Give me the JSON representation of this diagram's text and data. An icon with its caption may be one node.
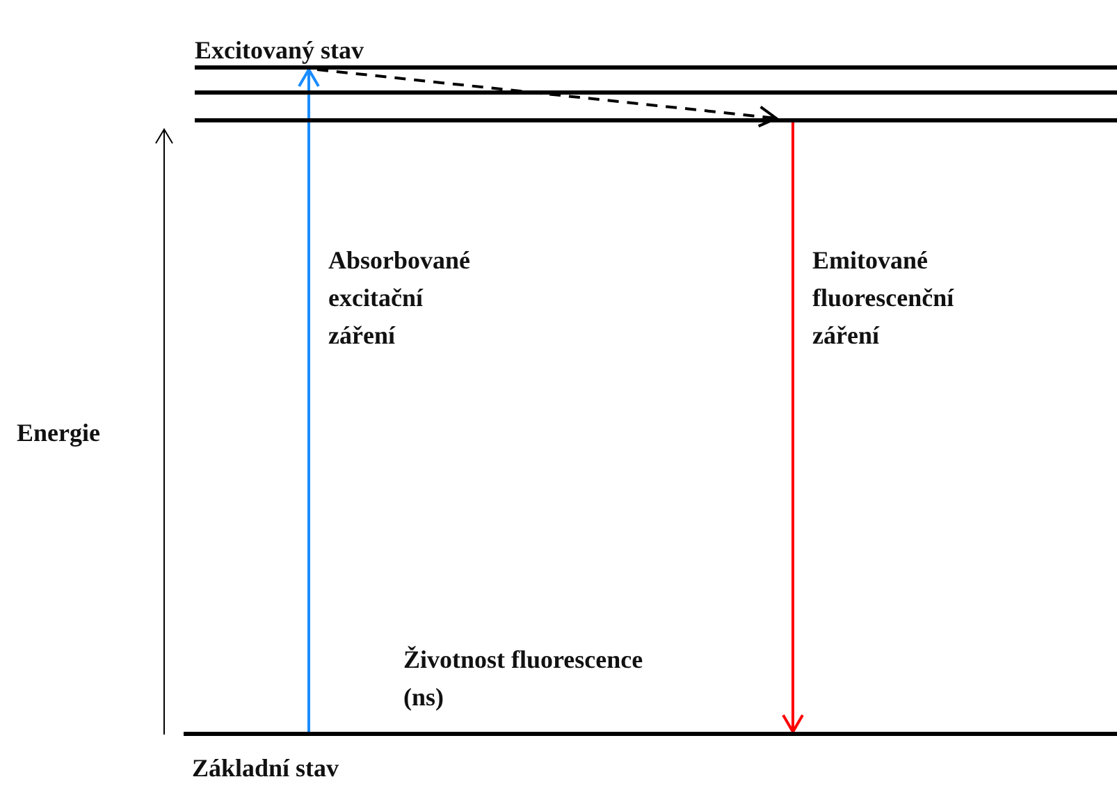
{
  "diagram": {
    "nodes": [
      {
        "text": [
          "Excitovaný stav"
        ]
      },
      {
        "text": [],
        "shape": "bar"
      },
      {
        "text": [],
        "shape": "bar"
      },
      {
        "text": [
          "Základní stav"
        ]
      }
    ],
    "edges": [
      {
        "from": 3,
        "to": 0,
        "arrow": "to",
        "label": "Absorbované excitační záření",
        "color": "#1a8cff"
      },
      {
        "from": 0,
        "to": 2,
        "arrow": "to",
        "style": "dashed",
        "color": "#000000"
      },
      {
        "from": 2,
        "to": 3,
        "arrow": "to",
        "label": "Emitované fluorescenční záření",
        "color": "#ff0000"
      }
    ],
    "labels": [
      "Energie",
      "Životnost fluorescence (ns)"
    ]
  }
}
